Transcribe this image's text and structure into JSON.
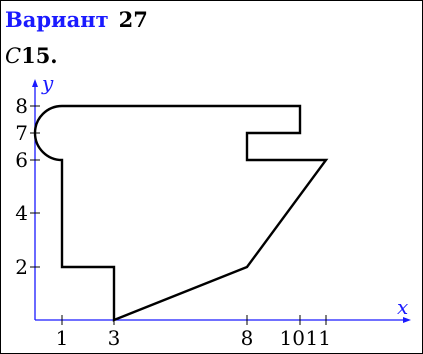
{
  "header": {
    "variant_word": "Вариант",
    "variant_number": "27"
  },
  "problem": {
    "letter": "C",
    "number": "15."
  },
  "colors": {
    "accent": "#1a1aff",
    "axis": "#1a1aff",
    "shape": "#000000"
  },
  "axes": {
    "x_label": "x",
    "y_label": "y",
    "x_ticks": [
      "1",
      "3",
      "8",
      "10",
      "11"
    ],
    "y_ticks": [
      "2",
      "4",
      "6",
      "7",
      "8"
    ]
  }
}
